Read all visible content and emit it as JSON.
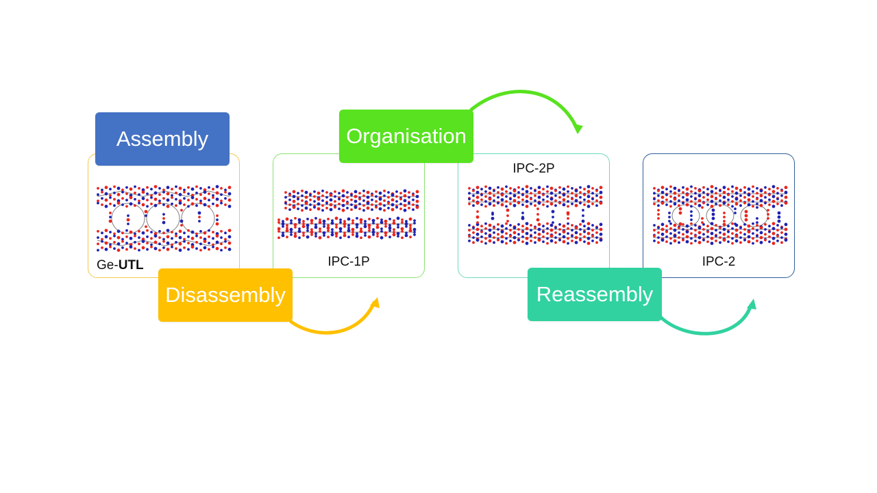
{
  "colors": {
    "assembly": "#4472C4",
    "disassembly": "#FFC000",
    "organisation": "#58E21F",
    "reassembly": "#31D29F",
    "atom_o": "#E8261D",
    "atom_si": "#1E22B0",
    "bond": "#7F7F7F"
  },
  "stages": {
    "assembly": "Assembly",
    "disassembly": "Disassembly",
    "organisation": "Organisation",
    "reassembly": "Reassembly"
  },
  "structures": {
    "ge_utl": {
      "prefix": "Ge-",
      "bold": "UTL"
    },
    "ipc1p": {
      "label": "IPC-1P"
    },
    "ipc2p": {
      "label": "IPC-2P"
    },
    "ipc2": {
      "label": "IPC-2"
    }
  }
}
